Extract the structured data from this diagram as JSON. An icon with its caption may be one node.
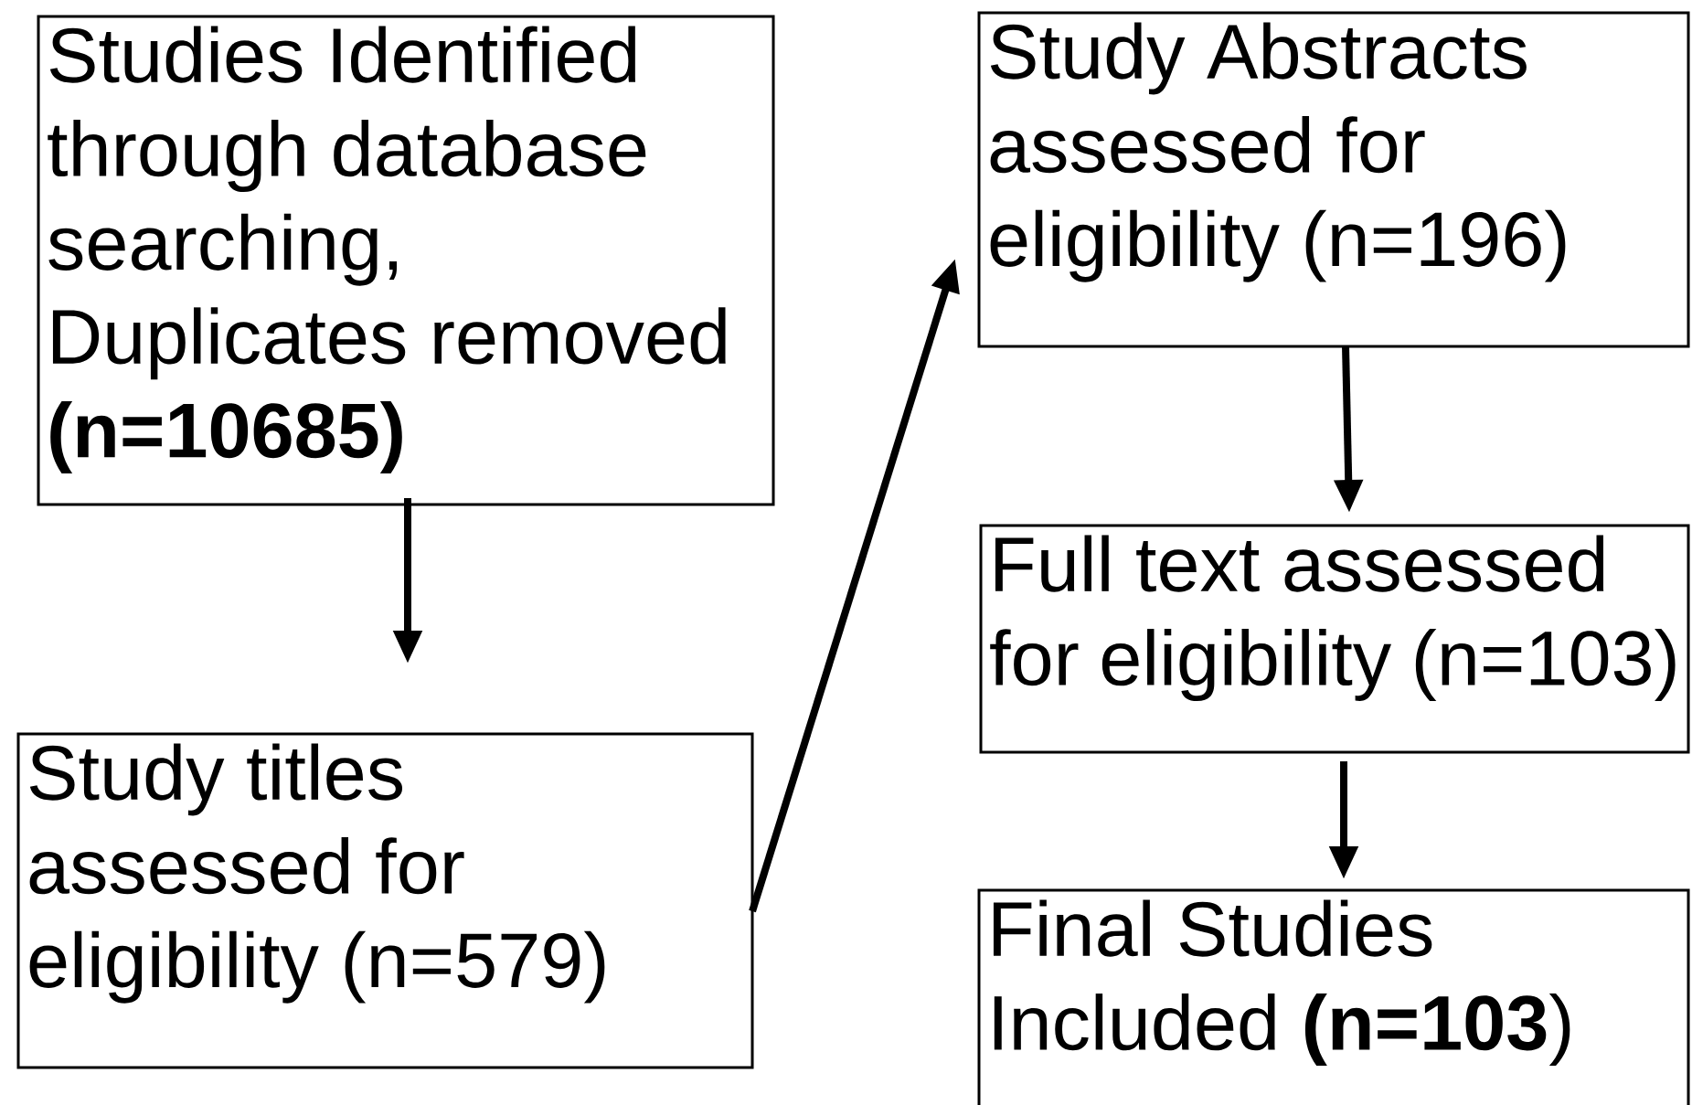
{
  "diagram": {
    "nodes": [
      {
        "text": [
          "Studies Identified through database searching, Duplicates removed **(n=10685)**"
        ]
      },
      {
        "text": [
          "Study titles assessed for eligibility (n=579)"
        ]
      },
      {
        "text": [
          "Study Abstracts assessed for eligibility (n=196)"
        ]
      },
      {
        "text": [
          "Full text assessed for eligibility (n=103)"
        ]
      },
      {
        "text": [
          "Final Studies Included **(n=103**)"
        ]
      }
    ],
    "edges": [
      {
        "from": 0,
        "to": 1,
        "arrow": "to"
      },
      {
        "from": 1,
        "to": 2,
        "arrow": "to"
      },
      {
        "from": 2,
        "to": 3,
        "arrow": "to"
      },
      {
        "from": 3,
        "to": 4,
        "arrow": "to"
      }
    ]
  }
}
